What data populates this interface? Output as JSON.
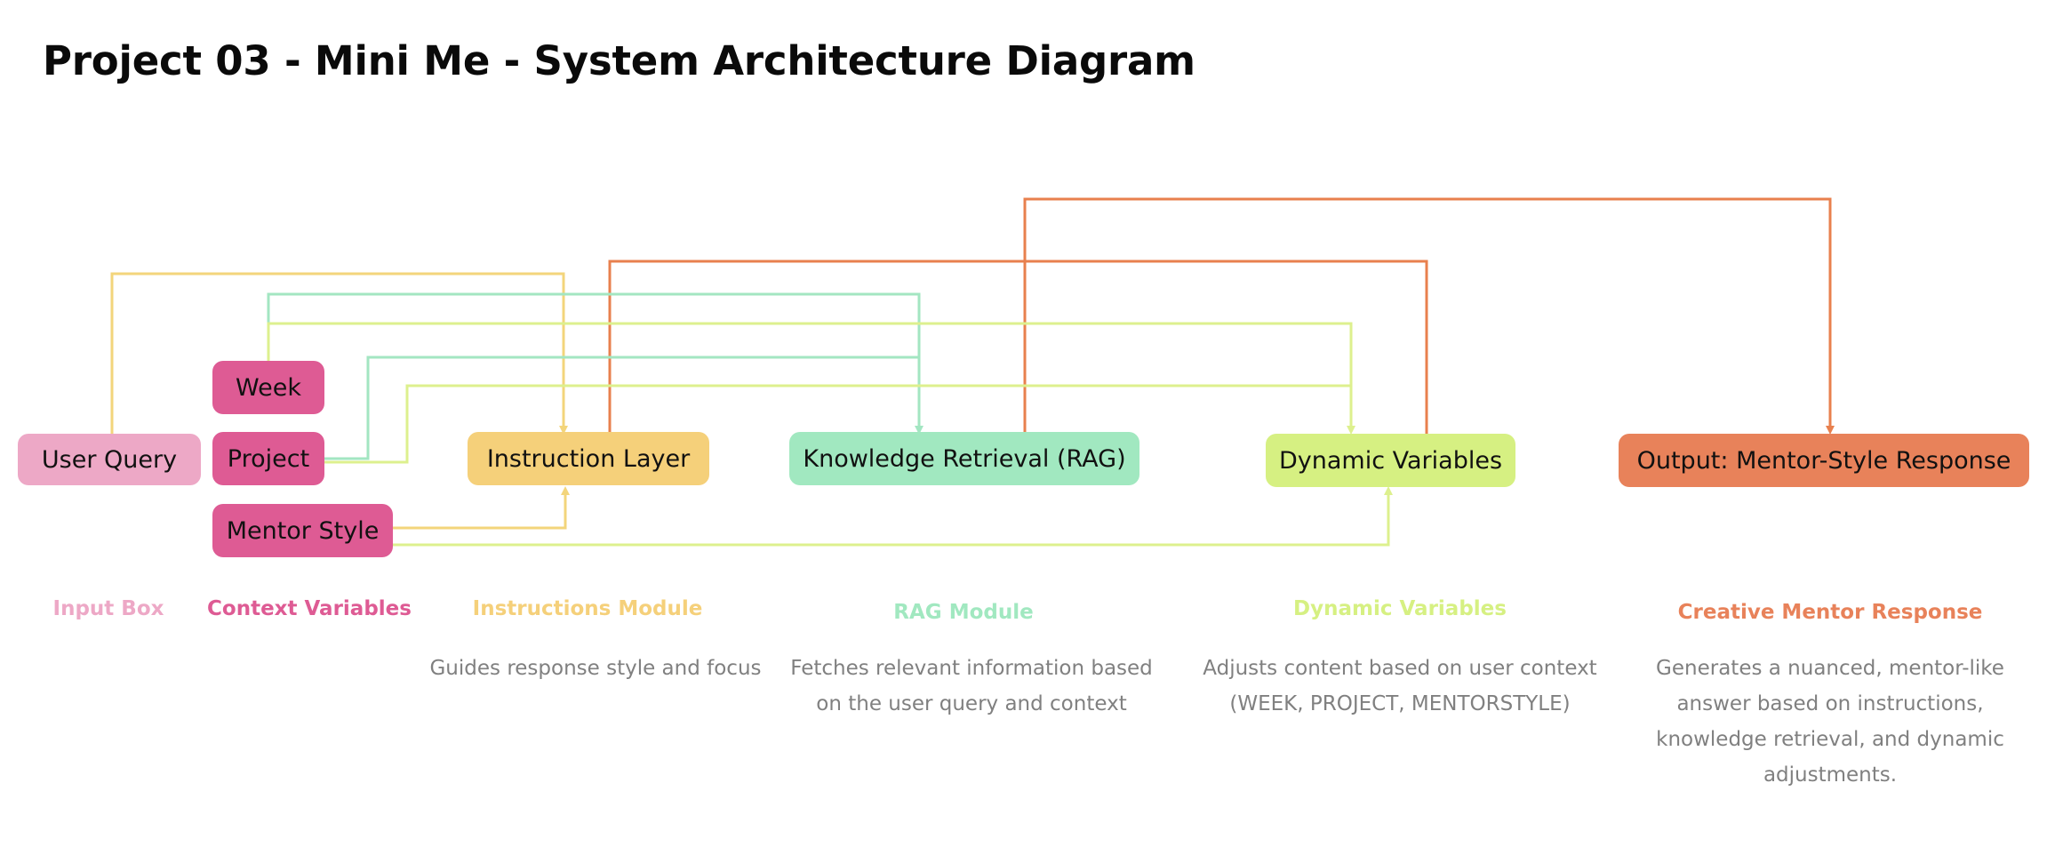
{
  "title": "Project 03 - Mini Me - System Architecture Diagram",
  "colors": {
    "pink_light": "#EDA8C6",
    "pink_dark": "#DE5B94",
    "yellow": "#F5D07A",
    "mint": "#A1E8C0",
    "lime": "#D6F082",
    "orange": "#E8825A",
    "line_yellow": "#F3D57B",
    "line_mint": "#A3E6C2",
    "line_lime": "#DDF08E",
    "line_orange": "#E8804E",
    "desc_gray": "#808080"
  },
  "nodes": {
    "user_query": "User Query",
    "week": "Week",
    "project": "Project",
    "mentor_style": "Mentor Style",
    "instruction_layer": "Instruction Layer",
    "knowledge_retrieval": "Knowledge Retrieval (RAG)",
    "dynamic_variables": "Dynamic Variables",
    "output": "Output: Mentor-Style Response"
  },
  "captions": {
    "input_box": "Input Box",
    "context_variables": "Context Variables",
    "instructions_module": "Instructions Module",
    "rag_module": "RAG Module",
    "dynamic_variables": "Dynamic Variables",
    "creative_mentor_response": "Creative Mentor Response"
  },
  "descriptions": {
    "instructions": "Guides response style and focus",
    "rag": [
      "Fetches relevant information based",
      "on the user query and context"
    ],
    "dynamic": [
      "Adjusts content based on user context",
      "(WEEK, PROJECT, MENTORSTYLE)"
    ],
    "output": [
      "Generates a nuanced, mentor-like",
      "answer based on instructions,",
      "knowledge retrieval, and dynamic",
      "adjustments."
    ]
  }
}
